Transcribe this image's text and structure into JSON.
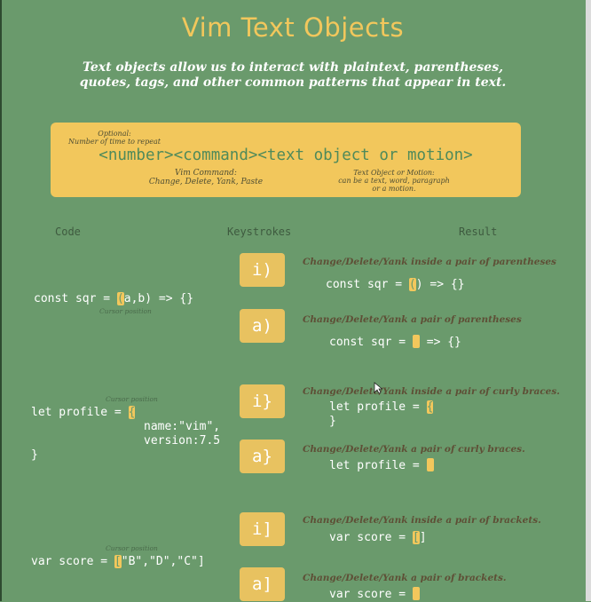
{
  "header": {
    "title": "Vim Text Objects",
    "subtitle_line1": "Text objects allow us to interact with plaintext, parentheses,",
    "subtitle_line2": "quotes, tags, and other common patterns that appear in text."
  },
  "syntax": {
    "optional_label": "Optional:",
    "optional_desc": "Number of time to repeat",
    "line": "<number><command><text object or motion>",
    "command_label": "Vim Command:",
    "command_desc": "Change, Delete, Yank, Paste",
    "object_label": "Text Object or Motion:",
    "object_desc1": "can be a text, word, paragraph",
    "object_desc2": "or a motion."
  },
  "columns": {
    "code": "Code",
    "keystrokes": "Keystrokes",
    "result": "Result"
  },
  "cursor_note": "Cursor position",
  "examples": {
    "paren": {
      "code_pre": "const sqr = ",
      "code_cursor": "(",
      "code_post": "a,b) => {}",
      "inner_key": "i)",
      "inner_desc": "Change/Delete/Yank inside a pair of parentheses",
      "inner_pre": "const sqr = ",
      "inner_cursor": "(",
      "inner_mid": ")",
      "inner_post": " => {}",
      "around_key": "a)",
      "around_desc": "Change/Delete/Yank a pair of parentheses",
      "around_pre": "const sqr = ",
      "around_post": " => {}"
    },
    "curly": {
      "code_pre": "let profile = ",
      "code_cursor": "{",
      "code_line2": "name:\"vim\",",
      "code_line3": "version:7.5",
      "code_line4": "}",
      "inner_key": "i}",
      "inner_desc": "Change/Delete/Yank inside a pair of curly braces.",
      "inner_pre": "let profile = ",
      "inner_cursor": "{",
      "inner_line2": "}",
      "around_key": "a}",
      "around_desc": "Change/Delete/Yank a pair of curly braces.",
      "around_pre": "let profile = "
    },
    "bracket": {
      "code_pre": "var score = ",
      "code_cursor": "[",
      "code_post": "\"B\",\"D\",\"C\"]",
      "inner_key": "i]",
      "inner_desc": "Change/Delete/Yank inside a pair of brackets.",
      "inner_pre": "var score = ",
      "inner_cursor": "[",
      "inner_post": "]",
      "around_key": "a]",
      "around_desc": "Change/Delete/Yank a pair of brackets.",
      "around_pre": "var score = "
    }
  },
  "colors": {
    "background": "#6a9a6c",
    "accent": "#f2c75c",
    "highlight_text": "#4f8a5a"
  }
}
